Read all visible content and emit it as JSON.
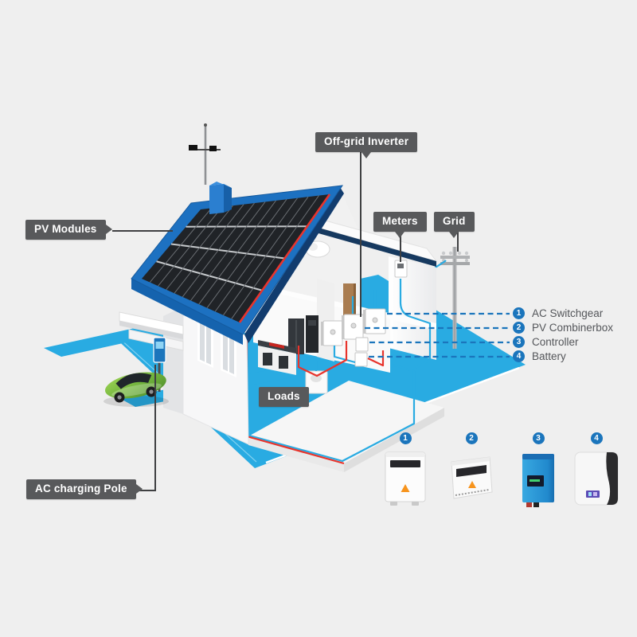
{
  "labels": {
    "pv_modules": "PV Modules",
    "off_grid_inverter": "Off-grid Inverter",
    "meters": "Meters",
    "grid": "Grid",
    "loads": "Loads",
    "ac_charging_pole": "AC charging Pole"
  },
  "legend": {
    "items": [
      {
        "number": "1",
        "label": "AC Switchgear"
      },
      {
        "number": "2",
        "label": "PV Combinerbox"
      },
      {
        "number": "3",
        "label": "Controller"
      },
      {
        "number": "4",
        "label": "Battery"
      }
    ]
  },
  "products": {
    "items": [
      {
        "number": "1",
        "icon": "ac-switchgear-box-icon"
      },
      {
        "number": "2",
        "icon": "pv-combinerbox-icon"
      },
      {
        "number": "3",
        "icon": "controller-inverter-icon"
      },
      {
        "number": "4",
        "icon": "battery-pack-icon"
      }
    ]
  },
  "colors": {
    "accent_blue": "#1b75bc",
    "ground_cyan": "#29abe2",
    "roof_blue": "#1d71c1",
    "label_gray": "#58595b",
    "wire_red": "#e8342c",
    "wire_blue": "#29abe2"
  }
}
